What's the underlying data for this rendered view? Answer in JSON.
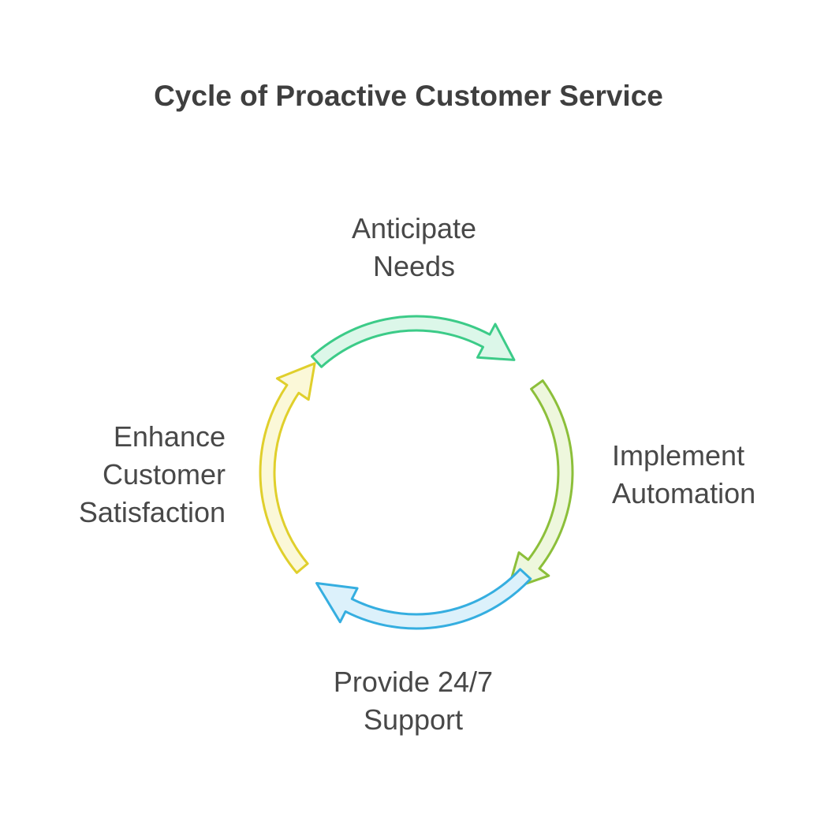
{
  "diagram": {
    "title": "Cycle of Proactive Customer Service",
    "steps": [
      {
        "lines": [
          "Anticipate",
          "Needs"
        ],
        "stroke": "#3ccb88",
        "fill": "#dcf7e9"
      },
      {
        "lines": [
          "Implement",
          "Automation"
        ],
        "stroke": "#8cbf3a",
        "fill": "#eef7dd"
      },
      {
        "lines": [
          "Provide 24/7",
          "Support"
        ],
        "stroke": "#35aee0",
        "fill": "#dcf1fb"
      },
      {
        "lines": [
          "Enhance",
          "Customer",
          "Satisfaction"
        ],
        "stroke": "#e0cf2c",
        "fill": "#fbf8d8"
      }
    ]
  }
}
